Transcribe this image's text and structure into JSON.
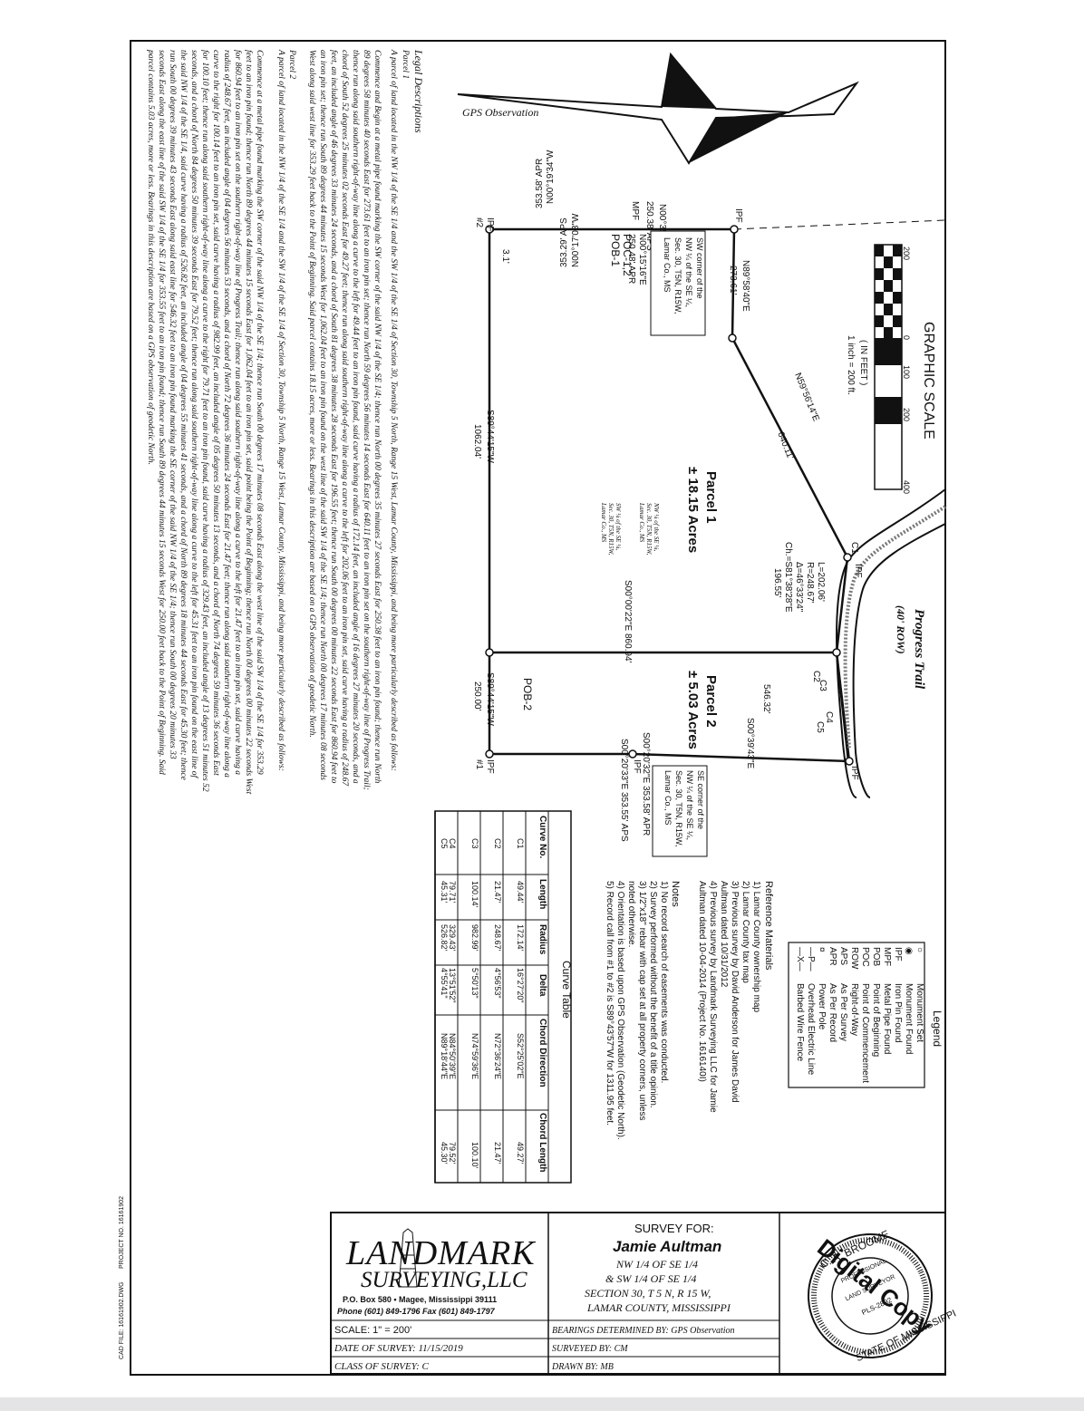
{
  "legal": {
    "title": "Legal Descriptions",
    "parcel1_heading": "Parcel 1",
    "parcel1_intro": "A parcel of land located in the NW 1/4 of the SE 1/4 and the SW 1/4 of the SE 1/4 of Section 30, Township 5 North, Range 15 West, Lamar County, Mississippi, and being more particularly described as follows:",
    "parcel1_body": [
      "Commence and Begin at a metal pipe found marking the SW corner of the said NW 1/4 of the SE 1/4; thence run North 00 degrees 35 minutes 27 seconds East for 250.38 feet to an iron pin found; thence run North",
      "89 degrees 58 minutes 40 seconds East for 273.61 feet to an iron pin set; thence run North 59 degrees 56 minutes 14 seconds East for 640.11 feet to an iron pin set on the southern right-of-way line of Progress Trail;",
      "thence run along said southern right-of-way line along a curve to the left for 49.44 feet to an iron pin found, said curve having a radius of 172.14 feet, an included angle of 16 degrees 27 minutes 20 seconds, and a",
      "chord of South 52 degrees 25 minutes 02 seconds East for 49.27 feet; thence run along said southern right-of-way line along a curve to the left for 202.06 feet to an iron pin set, said curve having a radius of 248.67",
      "feet, an included angle of 46 degrees 33 minutes 24 seconds, and a chord of South 81 degrees 38 minutes 28 seconds East for 196.55 feet; thence run South 00 degrees 00 minutes 22 seconds East for 860.94 feet to",
      "an iron pin set; thence run South 89 degrees 44 minutes 15 seconds West for 1,062.04 feet to an iron pin found on the west line of the said SW 1/4 of the SE 1/4; thence run North 00 degrees 17 minutes 08 seconds",
      "West along said west line for 353.29 feet back to the Point of Beginning.  Said parcel contains 18.15 acres, more or less.  Bearings in this description are based on a GPS observation of geodetic North."
    ],
    "parcel2_heading": "Parcel 2",
    "parcel2_intro": "A parcel of land located in the NW 1/4 of the SE 1/4 and the SW 1/4 of the SE 1/4 of Section 30, Township 5 North, Range 15 West, Lamar County, Mississippi, and being more particularly described as follows:",
    "parcel2_body": [
      "Commence at a metal pipe found marking the SW corner of the said NW 1/4 of the SE 1/4; thence run South 00 degrees 17 minutes 08 seconds East along the west line of the said SW 1/4 of the SE 1/4 for 353.29",
      "feet to an iron pin found; thence run North 89 degrees 44 minutes 15 seconds East for 1,062.04 feet to an iron pin set, said point being the Point of Beginning; thence run North 00 degrees 00 minutes 22 seconds West",
      "for 860.94 feet to an iron pin set on the southern right-of-way line of Progress Trail; thence run along said southern right-of-way line along a curve to the left for 21.47 feet to an iron pin set, said curve having a",
      "radius of 248.67 feet, an included angle of 04 degrees 56 minutes 53 seconds, and a chord of North 72 degrees 36 minutes 24 seconds East for 21.47 feet; thence run along said southern right-of-way line along a",
      "curve to the right for 100.14 feet to an iron pin set, said curve having a radius of 982.99 feet, an included angle of 05 degrees 50 minutes 13 seconds, and a chord of North 74 degrees 59 minutes 36 seconds East",
      "for 100.10 feet; thence run along said southern right-of-way line along a curve to the right for 79.71 feet to an iron pin found, said curve having a radius of 329.43 feet, an included angle of 13 degrees 51 minutes 52",
      "seconds, and a chord of North 84 degrees 50 minutes 39 seconds East for 79.52 feet; thence run along said southern right-of-way line along a curve to the left for 45.31 feet to an iron pin found on the east line of",
      "the said NW 1/4 of the SE 1/4, said curve having a radius of 526.82 feet, an included angle of 04 degrees 55 minutes 41 seconds, and a chord of North 89 degrees 18 minutes 44 seconds East for 45.30 feet; thence",
      "run South 00 degrees 39 minutes 43 seconds East along said east line for 546.32 feet to an iron pin found marking the SE corner of the said NW 1/4 of the SE 1/4; thence run South 00 degrees 20 minutes 33",
      "seconds East along the east line of the said SW 1/4 of the SE 1/4 for 353.55 feet to an iron pin found; thence run South 89 degrees 44 minutes 15 seconds West for 250.00 feet back to the Point of Beginning.  Said",
      "parcel contains 5.03 acres, more or less.  Bearings in this description are based on a GPS observation of geodetic North."
    ]
  },
  "plat": {
    "gps_label": "GPS Observation",
    "scale_title": "GRAPHIC SCALE",
    "scale_ticks": [
      "200",
      "0",
      "100",
      "200",
      "400"
    ],
    "scale_units": "( IN FEET )",
    "scale_ratio": "1 inch = 200 ft.",
    "road_name": "Progress Trail",
    "road_row": "(40' ROW)",
    "parcel1_name": "Parcel 1",
    "parcel1_area": "± 18.15 Acres",
    "parcel2_name": "Parcel 2",
    "parcel2_area": "± 5.03 Acres",
    "calls": {
      "north_line_aps": "N00°35'27\"E",
      "north_line_aps_dist": "250.38' APS",
      "north_line_apr": "N00°15'16\"E",
      "north_line_apr_dist": "250.48' APR",
      "west_top": "N89°58'40\"E",
      "west_top_dist": "273.61'",
      "diag": "N59°56'14\"E",
      "diag_dist": "640.11'",
      "south_west_apr": "353.58' APR",
      "south_west_apr_brg": "N00°19'34\"W",
      "south_west_aps": "353.29' APS",
      "south_west_aps_brg": "N00°17'08\"W",
      "bottom_brg": "S89°44'15\"W",
      "bottom_dist": "1062.04'",
      "divider": "S00°00'22\"E 860.94'",
      "p2_bottom_brg": "S89°44'15\"W",
      "p2_bottom_dist": "250.00'",
      "east_apr": "S00°20'32\"E 353.58' APR",
      "east_aps": "S00°20'33\"E 353.55' APS",
      "east_top": "546.32'",
      "east_top_brg": "S00°39'43\"E",
      "gap_dist": "3.1'"
    },
    "curve1_data": [
      "L=202.06'",
      "R=248.67'",
      "Δ=46°33'24\"",
      "Ch.=S81°38'28\"E",
      "196.55'"
    ],
    "labels": {
      "ipf": "IPF",
      "mpf": "MPF",
      "poc_pob": "POC-1,2",
      "pob1": "POB-1",
      "pob2": "POB-2",
      "n1": "#1",
      "n2": "#2",
      "c1": "C1",
      "c2": "C2",
      "c3": "C3",
      "c4": "C4",
      "c5": "C5"
    },
    "sw_corner_note": [
      "SW corner of the",
      "NW ¼ of the SE ¼,",
      "Sec. 30, T5N, R15W,",
      "Lamar Co., MS"
    ],
    "se_corner_note": [
      "SE corner of the",
      "NW ¼ of the SE ¼,",
      "Sec. 30, T5N, R15W,",
      "Lamar Co., MS"
    ],
    "quarter_nw": [
      "NW ¼ of the SE ¼,",
      "Sec. 30, T5N, R15W,",
      "Lamar Co., MS"
    ],
    "quarter_sw": [
      "SW ¼ of the SE ¼,",
      "Sec. 30, T5N, R15W,",
      "Lamar Co., MS"
    ]
  },
  "legend": {
    "title": "Legend",
    "items": [
      {
        "sym": "○",
        "text": "Monument Set"
      },
      {
        "sym": "◉",
        "text": "Monument Found"
      },
      {
        "sym": "IPF",
        "text": "Iron Pin Found"
      },
      {
        "sym": "MPF",
        "text": "Metal Pipe Found"
      },
      {
        "sym": "POB",
        "text": "Point of Beginning"
      },
      {
        "sym": "POC",
        "text": "Point of Commencement"
      },
      {
        "sym": "ROW",
        "text": "Right-of-Way"
      },
      {
        "sym": "APS",
        "text": "As Per Survey"
      },
      {
        "sym": "APR",
        "text": "As Per Record"
      },
      {
        "sym": "¤",
        "text": "Power Pole"
      },
      {
        "sym": "—P—",
        "text": "Overhead Electric Line"
      },
      {
        "sym": "—X—",
        "text": "Barbed Wire Fence"
      }
    ]
  },
  "references": {
    "title": "Reference Materials",
    "items": [
      "1) Lamar County ownership map",
      "2) Lamar County tax map",
      "3) Previous survey by David Anderson for James David",
      "Aultman dated 10/31/2012",
      "4) Previous survey by Landmark Surveying LLC for Jamie",
      "Aultman dated 10-04-2014 (Project No. 1616140I)"
    ]
  },
  "notes": {
    "title": "Notes",
    "items": [
      "1) No record search of easements was conducted.",
      "2) Survey performed without the benefit of a title opinion.",
      "3) 1/2\"x18\" rebar with cap set at all property corners, unless",
      "noted otherwise.",
      "4) Orientation is based upon GPS Observation (Geodetic North).",
      "5) Record call from #1 to #2 is S89°43'57\"W for 1311.95 feet."
    ]
  },
  "curve_table": {
    "title": "Curve Table",
    "headers": [
      "Curve No.",
      "Length",
      "Radius",
      "Delta",
      "Chord Direction",
      "Chord Length"
    ],
    "rows": [
      [
        "C1",
        "49.44'",
        "172.14'",
        "16°27'20\"",
        "S52°25'02\"E",
        "49.27'"
      ],
      [
        "C2",
        "21.47'",
        "248.67'",
        "4°56'53\"",
        "N72°36'24\"E",
        "21.47'"
      ],
      [
        "C3",
        "100.14'",
        "982.99'",
        "5°50'13\"",
        "N74°59'36\"E",
        "100.10'"
      ],
      [
        "C4",
        "79.71'",
        "329.43'",
        "13°51'52\"",
        "N84°50'39\"E",
        "79.52'"
      ],
      [
        "C5",
        "45.31'",
        "526.82'",
        "4°55'41\"",
        "N89°18'44\"E",
        "45.30'"
      ]
    ]
  },
  "title_block": {
    "survey_for_label": "SURVEY FOR:",
    "client": "Jamie Aultman",
    "desc": [
      "NW 1/4 OF SE 1/4",
      "& SW 1/4 OF SE 1/4",
      "SECTION 30, T 5 N, R 15 W,",
      "LAMAR COUNTY, MISSISSIPPI"
    ],
    "company_line1": "LANDMARK",
    "company_line2": "SURVEYING,LLC",
    "address": "P.O. Box 580 • Magee, Mississippi 39111",
    "phone": "Phone (601) 849-1796  Fax (601) 849-1797",
    "scale": "SCALE:   1\" = 200'",
    "date_of_survey": "DATE OF SURVEY:   11/15/2019",
    "class_of_survey": "CLASS OF SURVEY:   C",
    "bearings": "BEARINGS DETERMINED BY:   GPS Observation",
    "surveyed_by": "SURVEYED BY:   CM",
    "drawn_by": "DRAWN BY:   MB"
  },
  "seal": {
    "ring_top": "C. A. BROOME",
    "professional": "PROFESSIONAL",
    "land_surveyor": "LAND SURVEYOR",
    "license": "PLS-2892",
    "ring_bottom": "STATE OF MISSISSIPPI",
    "stamp": "Digital Copy"
  },
  "margin": {
    "cad_file": "CAD FILE:  16161902.DWG",
    "project_no": "PROJECT NO. 16161902"
  }
}
